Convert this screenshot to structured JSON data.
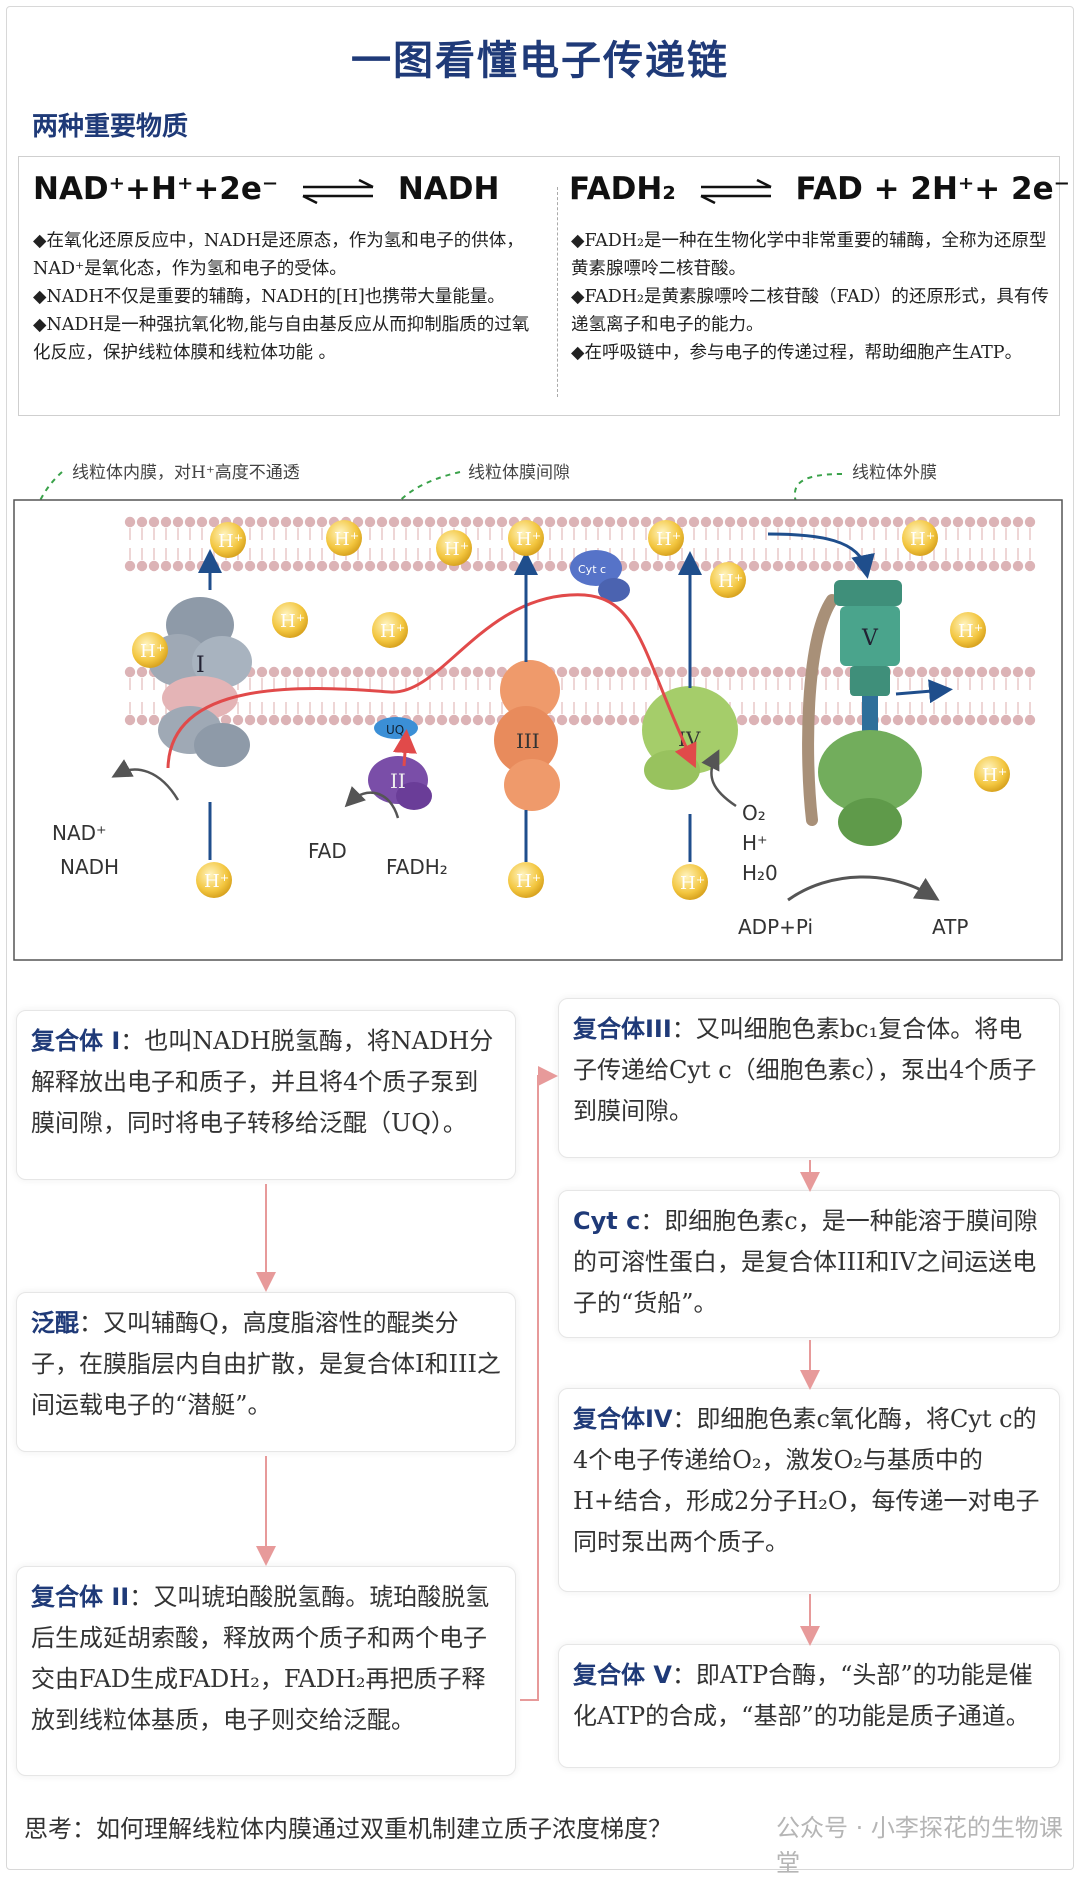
{
  "title": "一图看懂电子传递链",
  "section_heading": "两种重要物质",
  "nadh": {
    "equation_left": "NAD⁺+H⁺+2e⁻",
    "equation_right": "NADH",
    "bullets": [
      "◆在氧化还原反应中，NADH是还原态，作为氢和电子的供体，NAD⁺是氧化态，作为氢和电子的受体。",
      "◆NADH不仅是重要的辅酶，NADH的[H]也携带大量能量。",
      "◆NADH是一种强抗氧化物,能与自由基反应从而抑制脂质的过氧化反应，保护线粒体膜和线粒体功能 。"
    ]
  },
  "fadh2": {
    "equation_left": "FADH₂",
    "equation_right": "FAD + 2H⁺+ 2e⁻",
    "bullets": [
      "◆FADH₂是一种在生物化学中非常重要的辅酶，全称为还原型黄素腺嘌呤二核苷酸。",
      "◆FADH₂是黄素腺嘌呤二核苷酸（FAD）的还原形式，具有传递氢离子和电子的能力。",
      "◆在呼吸链中，参与电子的传递过程，帮助细胞产生ATP。"
    ]
  },
  "diagram": {
    "labels": {
      "inner_membrane": "线粒体内膜，对H⁺高度不通透",
      "intermembrane_space": "线粒体膜间隙",
      "outer_membrane": "线粒体外膜"
    },
    "complex_labels": [
      "I",
      "UQ",
      "II",
      "III",
      "Cyt c",
      "IV",
      "V"
    ],
    "proton": "H⁺",
    "nad_plus": "NAD⁺",
    "nadh": "NADH",
    "fad": "FAD",
    "fadh2": "FADH₂",
    "o2": "O₂",
    "h_plus": "H⁺",
    "h2o": "H₂0",
    "adp_pi": "ADP+Pi",
    "atp": "ATP"
  },
  "cards": {
    "complex1": {
      "head": "复合体 I",
      "body": "：也叫NADH脱氢酶，将NADH分解释放出电子和质子，并且将4个质子泵到膜间隙，同时将电子转移给泛醌（UQ）。"
    },
    "ubiquinone": {
      "head": "泛醌",
      "body": "：又叫辅酶Q，高度脂溶性的醌类分子，在膜脂层内自由扩散，是复合体I和III之间运载电子的“潜艇”。"
    },
    "complex2": {
      "head": "复合体 II",
      "body": "：又叫琥珀酸脱氢酶。琥珀酸脱氢后生成延胡索酸，释放两个质子和两个电子交由FAD生成FADH₂，FADH₂再把质子释放到线粒体基质，电子则交给泛醌。"
    },
    "complex3": {
      "head": "复合体III",
      "body": "：又叫细胞色素bc₁复合体。将电子传递给Cyt c（细胞色素c），泵出4个质子到膜间隙。"
    },
    "cytc": {
      "head": "Cyt c",
      "body": "：即细胞色素c，是一种能溶于膜间隙的可溶性蛋白，是复合体III和IV之间运送电子的“货船”。"
    },
    "complex4": {
      "head": "复合体IV",
      "body": "：即细胞色素c氧化酶，将Cyt c的4个电子传递给O₂，激发O₂与基质中的H+结合，形成2分子H₂O，每传递一对电子同时泵出两个质子。"
    },
    "complex5": {
      "head": "复合体 V",
      "body": "：即ATP合酶，“头部”的功能是催化ATP的合成，“基部”的功能是质子通道。"
    }
  },
  "footer": "思考：如何理解线粒体内膜通过双重机制建立质子浓度梯度？",
  "watermark": "公众号 · 小李探花的生物课堂",
  "colors": {
    "heading": "#1f3a78",
    "proton": "#f3c63f",
    "electron_path": "#e14a4a",
    "flow_arrow": "#e79a9a"
  }
}
